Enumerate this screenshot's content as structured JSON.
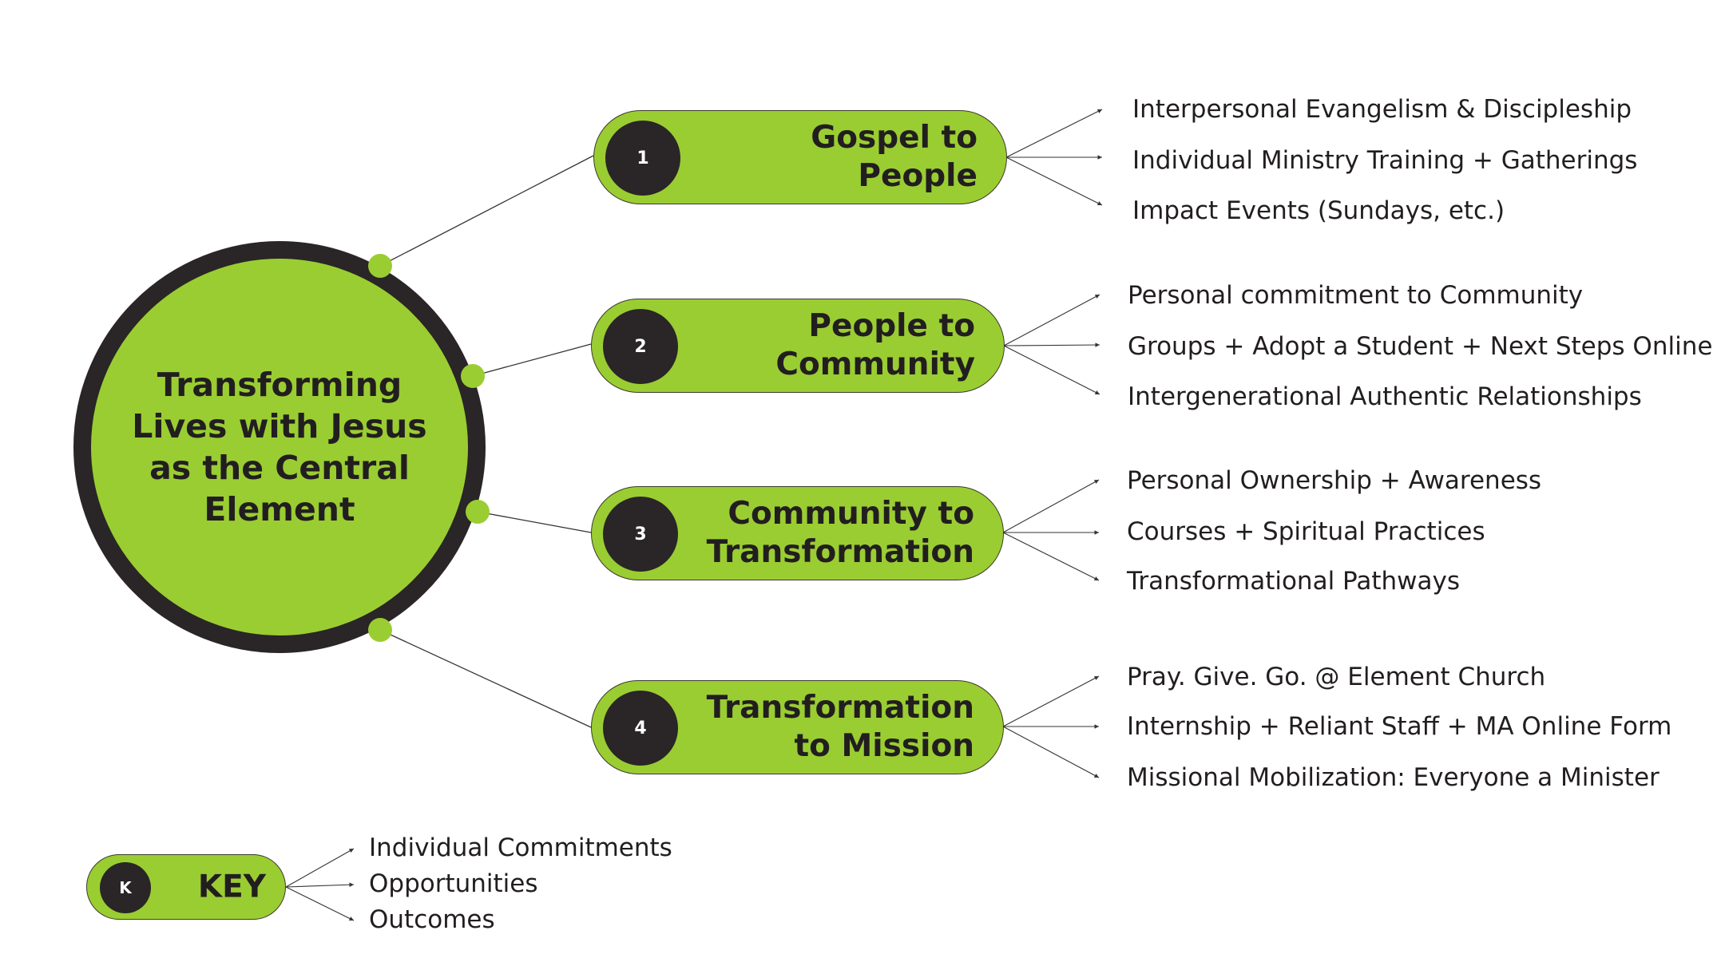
{
  "center": {
    "title": "Transforming Lives with Jesus as the Central Element"
  },
  "stages": [
    {
      "number": "1",
      "title": "Gospel to\nPeople",
      "items": [
        "Interpersonal Evangelism & Discipleship",
        "Individual Ministry Training + Gatherings",
        "Impact Events (Sundays, etc.)"
      ]
    },
    {
      "number": "2",
      "title": "People to\nCommunity",
      "items": [
        "Personal commitment to Community",
        "Groups + Adopt a Student + Next Steps Online",
        "Intergenerational Authentic Relationships"
      ]
    },
    {
      "number": "3",
      "title": "Community to\nTransformation",
      "items": [
        "Personal Ownership + Awareness",
        "Courses + Spiritual Practices",
        "Transformational Pathways"
      ]
    },
    {
      "number": "4",
      "title": "Transformation\nto Mission",
      "items": [
        "Pray. Give. Go. @ Element Church",
        "Internship + Reliant Staff + MA Online Form",
        "Missional Mobilization: Everyone a Minister"
      ]
    }
  ],
  "key": {
    "badge": "K",
    "title": "KEY",
    "items": [
      "Individual Commitments",
      "Opportunities",
      "Outcomes"
    ]
  },
  "colors": {
    "accent_green": "#9acd32",
    "dark": "#2a2526",
    "line": "#333333"
  }
}
